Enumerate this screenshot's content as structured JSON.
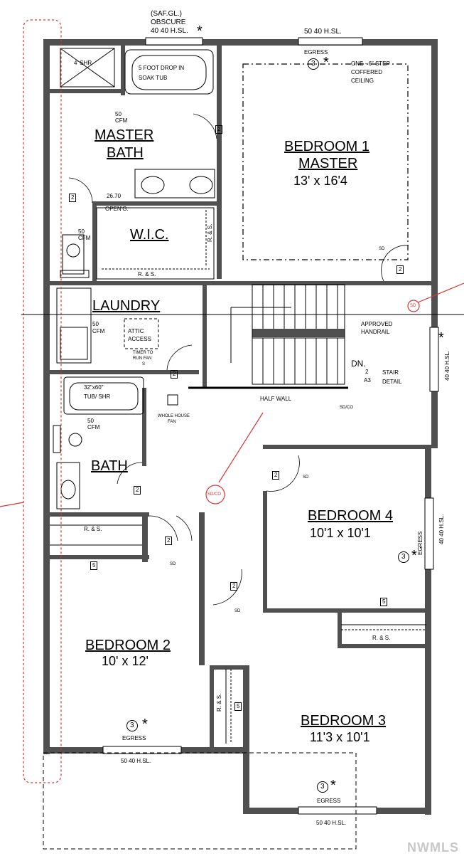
{
  "plan": {
    "rooms": {
      "master_bath": [
        "MASTER",
        "BATH"
      ],
      "bedroom1": {
        "name": [
          "BEDROOM 1",
          "MASTER"
        ],
        "size": "13' x 16'4"
      },
      "wic": "W.I.C.",
      "laundry": "LAUNDRY",
      "bath": "BATH",
      "bedroom4": {
        "name": "BEDROOM 4",
        "size": "10'1 x 10'1"
      },
      "bedroom2": {
        "name": "BEDROOM 2",
        "size": "10' x 12'"
      },
      "bedroom3": {
        "name": "BEDROOM 3",
        "size": "11'3 x 10'1"
      }
    },
    "notes": {
      "obscure": [
        "(SAF.GL.)",
        "OBSCURE",
        "40 40 H.SL."
      ],
      "window_top_right": "50 40 H.SL.",
      "egress": "EGRESS",
      "coffered": [
        "ONE - 6\" STEP",
        "COFFERED",
        "CEILING"
      ],
      "shower": "4' SHR",
      "soak_tub": [
        "5 FOOT DROP IN",
        "SOAK TUB"
      ],
      "cfm": [
        "50",
        "CFM"
      ],
      "opening": [
        "26.70",
        "OPEN'G."
      ],
      "rs": "R. & S.",
      "attic": [
        "ATTIC",
        "ACCESS"
      ],
      "timer": [
        "TIMER TO",
        "RUN FAN",
        "S"
      ],
      "tub": [
        "32\"x60\"",
        "TUB/ SHR"
      ],
      "whole_house_fan": [
        "WHOLE HOUSE",
        "FAN"
      ],
      "approved_handrail": [
        "APPROVED",
        "HANDRAIL"
      ],
      "dn": "DN.",
      "stair_detail": [
        "STAIR",
        "DETAIL"
      ],
      "half_wall": "HALF WALL",
      "sd": "SD",
      "sdco": "SD/CO",
      "sdco_red": "SD/CO",
      "sd_red": "SD",
      "right_window_1": "40 40 H.SL.",
      "right_window_2": "40 40 H.SL.",
      "bottom_window_left": "50 40 H.SL.",
      "bottom_window_right": "50 40 H.SL.",
      "door_2": "2",
      "door_5": "5",
      "door_sup": "8",
      "egress_3": "3",
      "detail_2": "2",
      "detail_a3": "A3"
    },
    "watermark": "NWMLS"
  }
}
